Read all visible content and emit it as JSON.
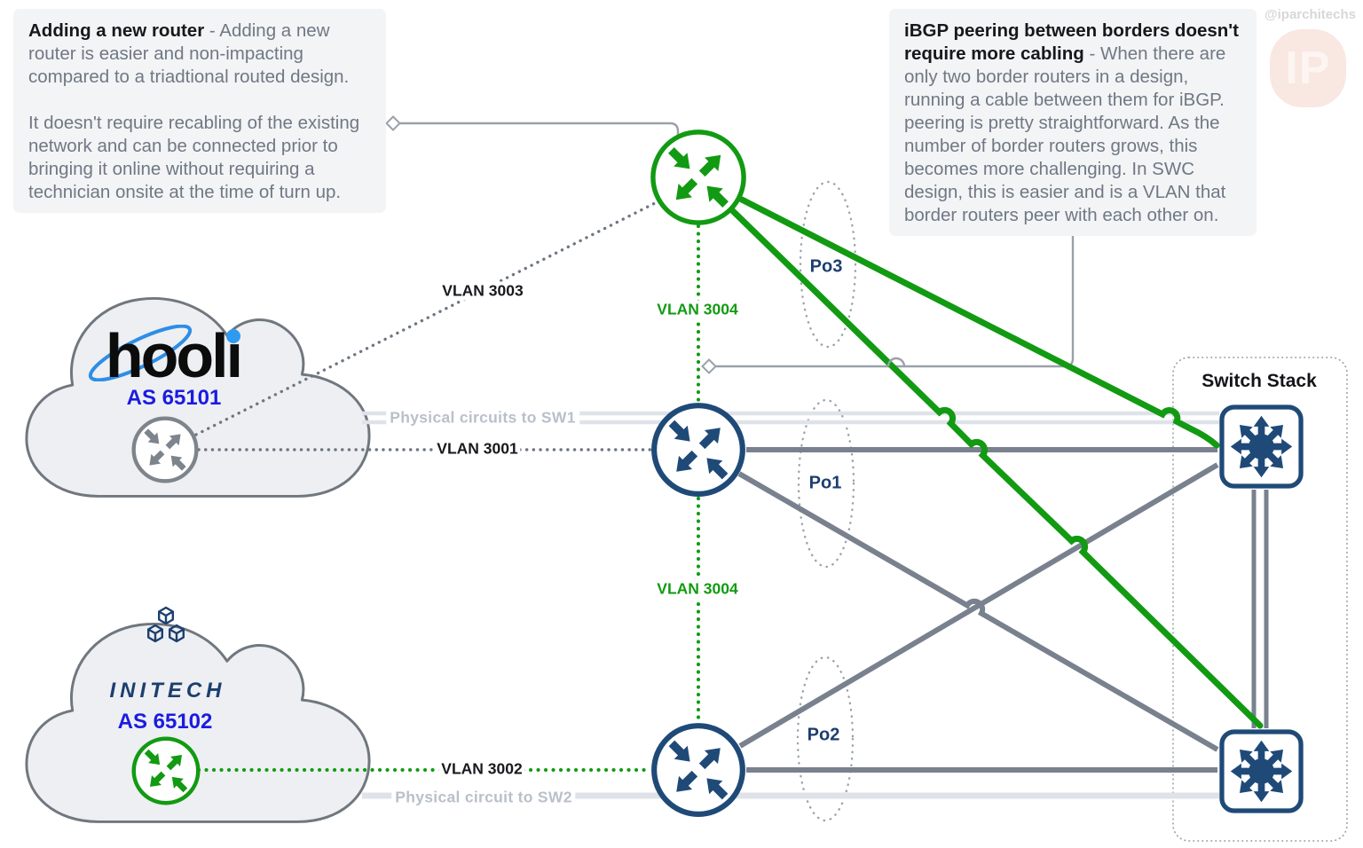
{
  "callout_left": {
    "title": "Adding a new router",
    "dash": " - ",
    "lead": "Adding a new router is easier and non-impacting compared to a triadtional routed design.",
    "body": "It doesn't require recabling of the existing network and can be connected prior to bringing it online without requiring a technician onsite at the time of turn up."
  },
  "callout_right": {
    "title": "iBGP peering between borders doesn't require more cabling",
    "dash": "  -  ",
    "body": "When there are only two border routers in a design, running a cable between them for iBGP. peering is pretty straightforward. As the number of border routers grows, this becomes more challenging. In SWC design, this is easier and is a VLAN that border routers peer with each other on."
  },
  "clouds": {
    "hooli": {
      "name": "hooli",
      "asn": "AS 65101"
    },
    "initech": {
      "name": "INITECH",
      "asn": "AS 65102"
    }
  },
  "labels": {
    "vlan3003": "VLAN 3003",
    "vlan3001": "VLAN 3001",
    "vlan3002": "VLAN 3002",
    "vlan3004_top": "VLAN 3004",
    "vlan3004_bottom": "VLAN 3004",
    "circuits_sw1": "Physical circuits to SW1",
    "circuit_sw2": "Physical circuit to SW2",
    "po1": "Po1",
    "po2": "Po2",
    "po3": "Po3"
  },
  "switch_stack": {
    "title": "Switch Stack"
  },
  "watermark": {
    "handle": "@iparchitechs",
    "logo": "IP"
  },
  "colors": {
    "green_link": "#129a12",
    "navy_icon": "#1f4a78",
    "gray_link": "#79818e",
    "light_circuit": "#dfe3e9",
    "as_blue": "#1b1be0"
  }
}
